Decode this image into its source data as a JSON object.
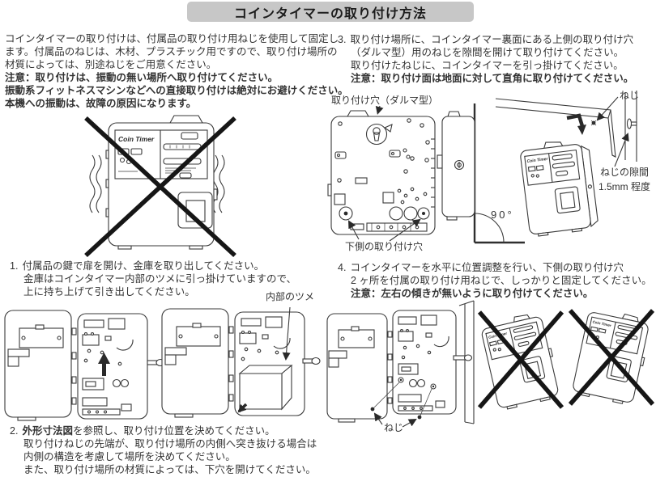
{
  "page": {
    "title": "コインタイマーの取り付け方法"
  },
  "colors": {
    "title_bg": "#c7c7c7",
    "ink": "#333333",
    "line": "#3a3a3a"
  },
  "device": {
    "logo": "Coin Timer"
  },
  "intro": {
    "lines": [
      "コインタイマーの取り付けは、付属品の取り付け用ねじを使用して固定し",
      "ます。付属品のねじは、木材、プラスチック用ですので、取り付け場所の",
      "材質によっては、別途ねじをご用意ください。"
    ],
    "warnings": [
      "注意：取り付けは、振動の無い場所へ取り付けてください。",
      "振動系フィットネスマシンなどへの直接取り付けは絶対にお避けください。",
      "本機への振動は、故障の原因になります。"
    ]
  },
  "step1": {
    "number": "1.",
    "lines": [
      "付属品の鍵で扉を開け、金庫を取り出してください。",
      "金庫はコインタイマー内部のツメに引っ掛けていますので、",
      "上に持ち上げて引き出してください。"
    ],
    "labels": {
      "inner_claw": "内部のツメ"
    }
  },
  "step2": {
    "number": "2.",
    "line1_bold": "外形寸法図",
    "line1_rest": "を参照し、取り付け位置を決めてください。",
    "lines": [
      "取り付けねじの先端が、取り付け場所の内側へ突き抜ける場合は",
      "内側の構造を考慮して場所を決めてください。",
      "また、取り付け場所の材質によっては、下穴を開けてください。"
    ]
  },
  "step3": {
    "number": "3.",
    "lines": [
      "取り付け場所に、コインタイマー裏面にある上側の取り付け穴",
      "（ダルマ型）用のねじを隙間を開けて取り付けてください。",
      "取り付けたねじに、コインタイマーを引っ掛けてください。"
    ],
    "warning": "注意：取り付け面は地面に対して直角に取り付けてください。",
    "labels": {
      "mount_hole": "取り付け穴（ダルマ型）",
      "lower_holes": "下側の取り付け穴",
      "screw": "ねじ",
      "gap_line1": "ねじの隙間",
      "gap_line2": "1.5mm 程度",
      "angle": "90°"
    }
  },
  "step4": {
    "number": "4.",
    "lines": [
      "コインタイマーを水平に位置調整を行い、下側の取り付け穴",
      "2 ヶ所を付属の取り付け用ねじで、しっかりと固定してください。"
    ],
    "warning": "注意：左右の傾きが無いように取り付けてください。",
    "labels": {
      "screw": "ねじ"
    }
  }
}
